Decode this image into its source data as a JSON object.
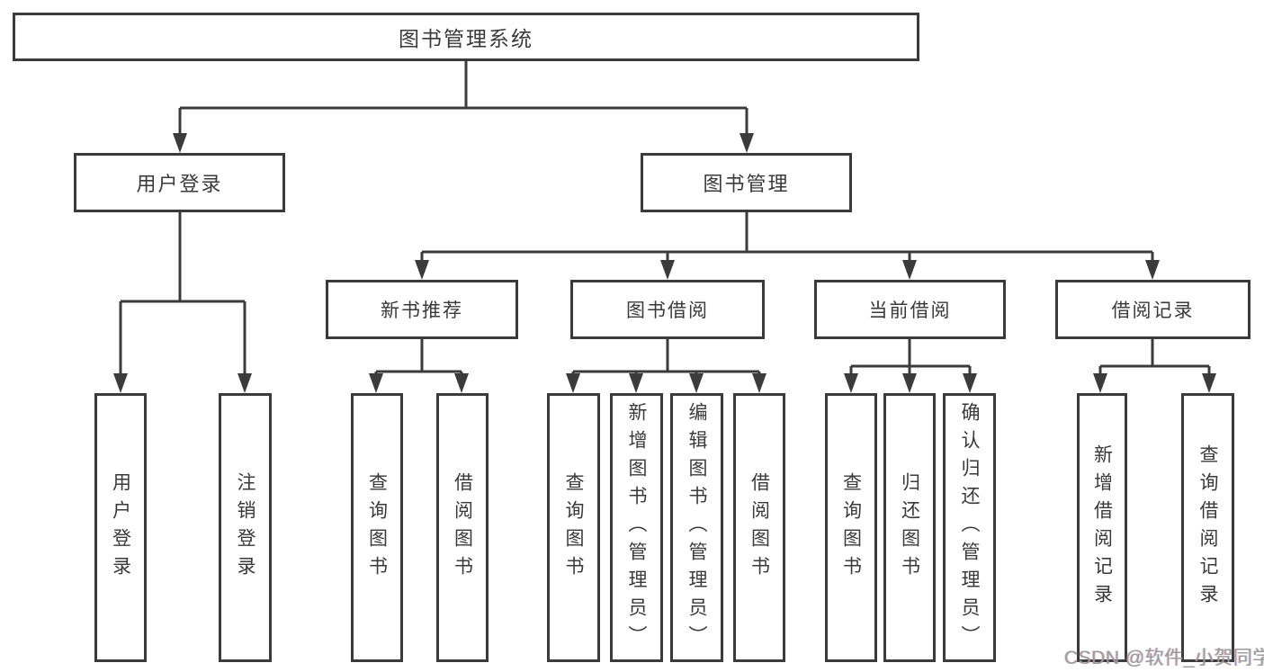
{
  "tree": {
    "root": {
      "label": "图书管理系统"
    },
    "branches": [
      {
        "label": "用户登录",
        "leaves": [
          {
            "label": "用户登录"
          },
          {
            "label": "注销登录"
          }
        ]
      },
      {
        "label": "图书管理",
        "groups": [
          {
            "label": "新书推荐",
            "leaves": [
              {
                "label": "查询图书"
              },
              {
                "label": "借阅图书"
              }
            ]
          },
          {
            "label": "图书借阅",
            "leaves": [
              {
                "label": "查询图书"
              },
              {
                "label": "新增图书（管理员）"
              },
              {
                "label": "编辑图书（管理员）"
              },
              {
                "label": "借阅图书"
              }
            ]
          },
          {
            "label": "当前借阅",
            "leaves": [
              {
                "label": "查询图书"
              },
              {
                "label": "归还图书"
              },
              {
                "label": "确认归还（管理员）"
              }
            ]
          },
          {
            "label": "借阅记录",
            "leaves": [
              {
                "label": "新增借阅记录"
              },
              {
                "label": "查询借阅记录"
              }
            ]
          }
        ]
      }
    ]
  },
  "watermark": "CSDN @软件_小贺同学",
  "colors": {
    "line": "#3b3b3b",
    "text": "#3a3a3a",
    "watermark": "#9b9b9b",
    "background": "#ffffff"
  }
}
